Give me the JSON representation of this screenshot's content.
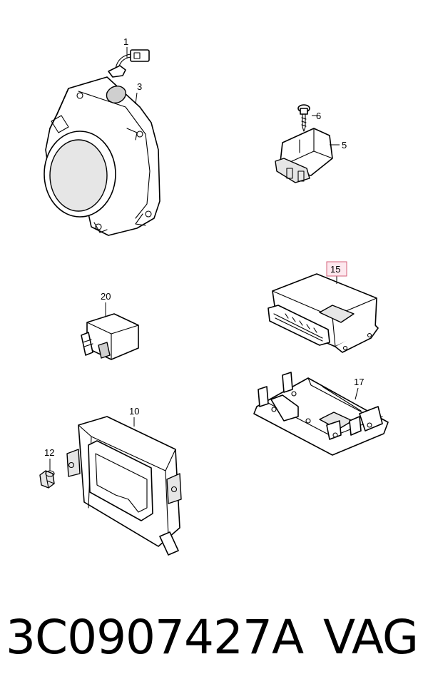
{
  "labels": {
    "p1": "1",
    "p3": "3",
    "p5": "5",
    "p6": "6",
    "p10": "10",
    "p12": "12",
    "p15": "15",
    "p17": "17",
    "p20": "20"
  },
  "highlighted_label": "15",
  "highlight_color": "#d4607a",
  "footer": {
    "part_number": "3C0907427A",
    "brand": "VAG"
  }
}
